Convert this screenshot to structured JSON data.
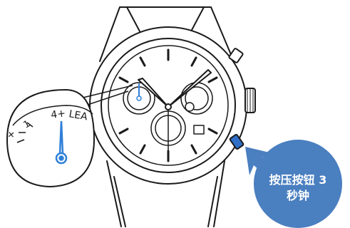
{
  "instruction": {
    "line1": "按压按钮 3",
    "line2": "秒钟"
  },
  "zoom_dial": {
    "mark_4plus": "4+",
    "mark_lea": "LEA",
    "mark_1": "1",
    "mark_plus": "+"
  },
  "colors": {
    "outline": "#1a1a1a",
    "bubble": "#4a7fc0",
    "button": "#2f6fc8",
    "hand": "#2f7fd8",
    "bubble_text": "#ffffff"
  }
}
